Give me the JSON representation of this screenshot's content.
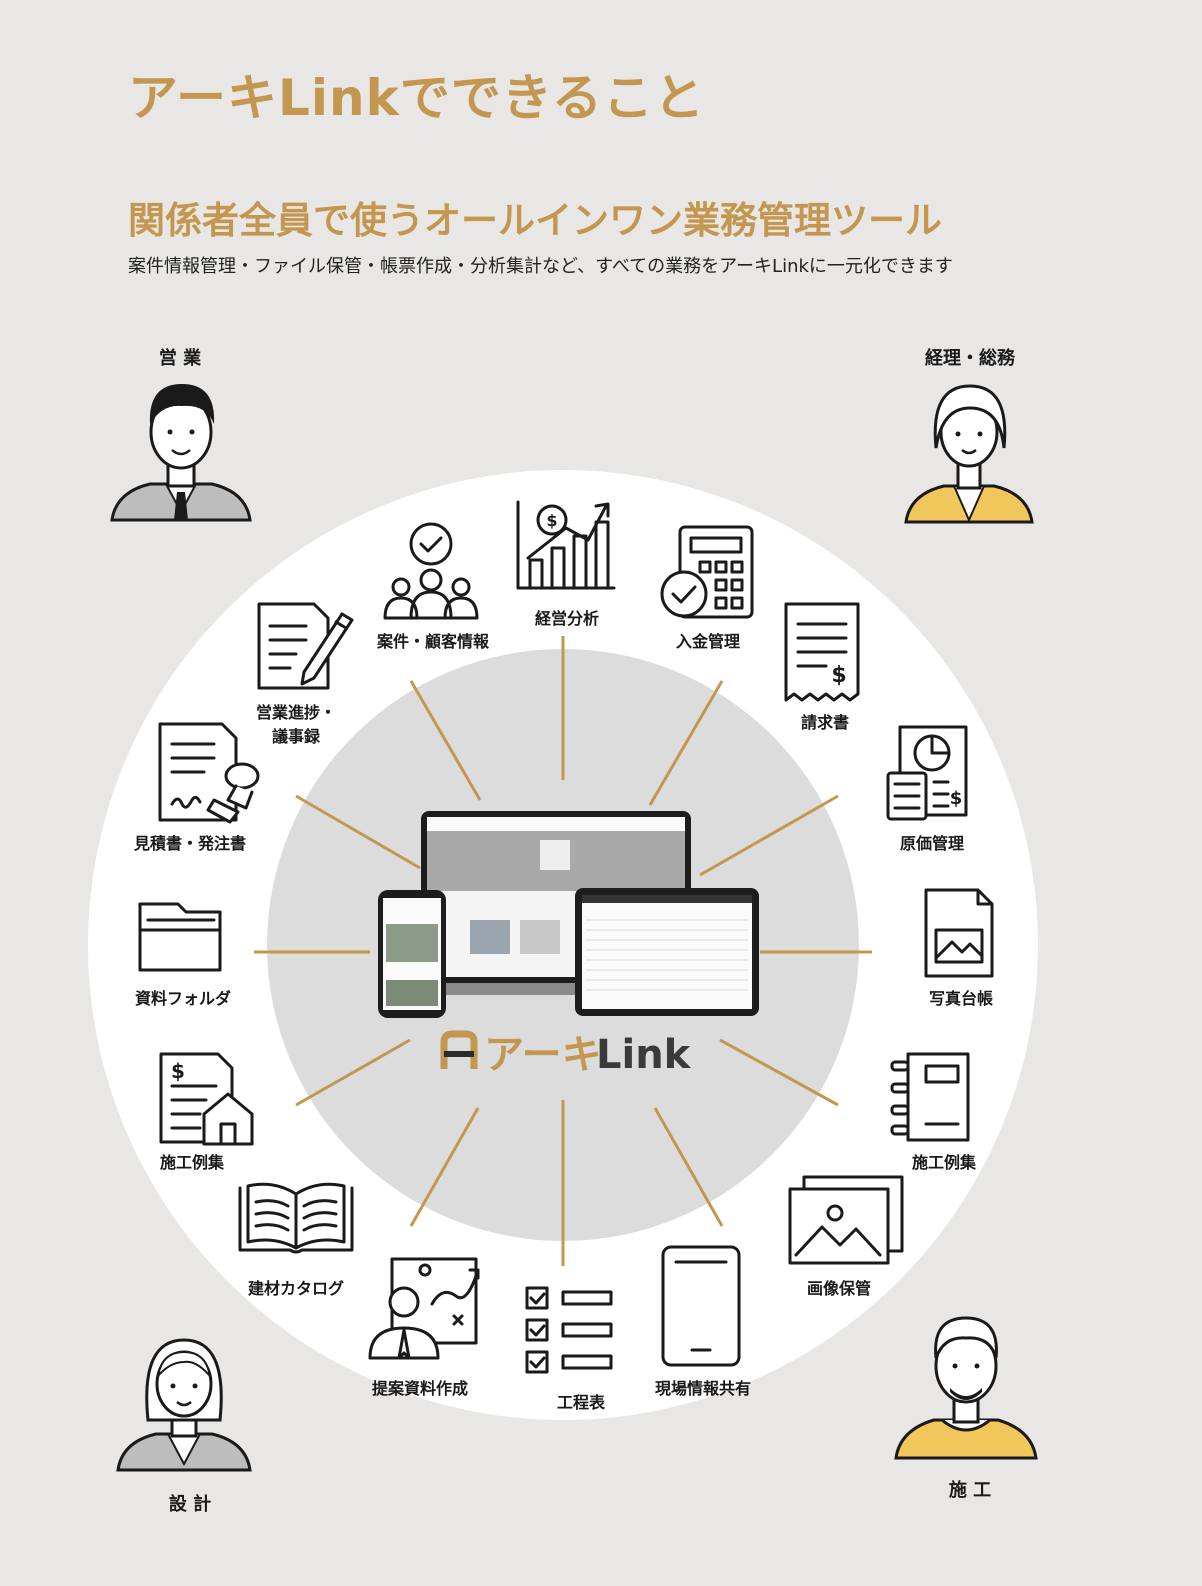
{
  "header": {
    "title": "アーキLinkでできること",
    "subtitle": "関係者全員で使うオールインワン業務管理ツール",
    "description": "案件情報管理・ファイル保管・帳票作成・分析集計など、すべての業務をアーキLinkに一元化できます"
  },
  "roles": {
    "sales": "営 業",
    "accounting": "経理・総務",
    "design": "設 計",
    "construction": "施 工"
  },
  "features": {
    "project_customer": "案件・顧客情報",
    "management_analysis": "経営分析",
    "payment": "入金管理",
    "invoice": "請求書",
    "cost": "原価管理",
    "photo_ledger": "写真台帳",
    "case_studies_right": "施工例集",
    "image_storage": "画像保管",
    "site_sharing": "現場情報共有",
    "schedule": "工程表",
    "proposal": "提案資料作成",
    "catalog": "建材カタログ",
    "case_studies_left": "施工例集",
    "folder": "資料フォルダ",
    "estimate": "見積書・発注書",
    "sales_progress_1": "営業進捗・",
    "sales_progress_2": "議事録"
  },
  "logo": {
    "brand_kana": "アーキ",
    "brand_latin": "Link"
  },
  "colors": {
    "accent": "#c3974f",
    "background": "#e8e7e5",
    "ring": "#ffffff",
    "inner": "#dcdcdc",
    "yellow": "#f1c75b"
  }
}
